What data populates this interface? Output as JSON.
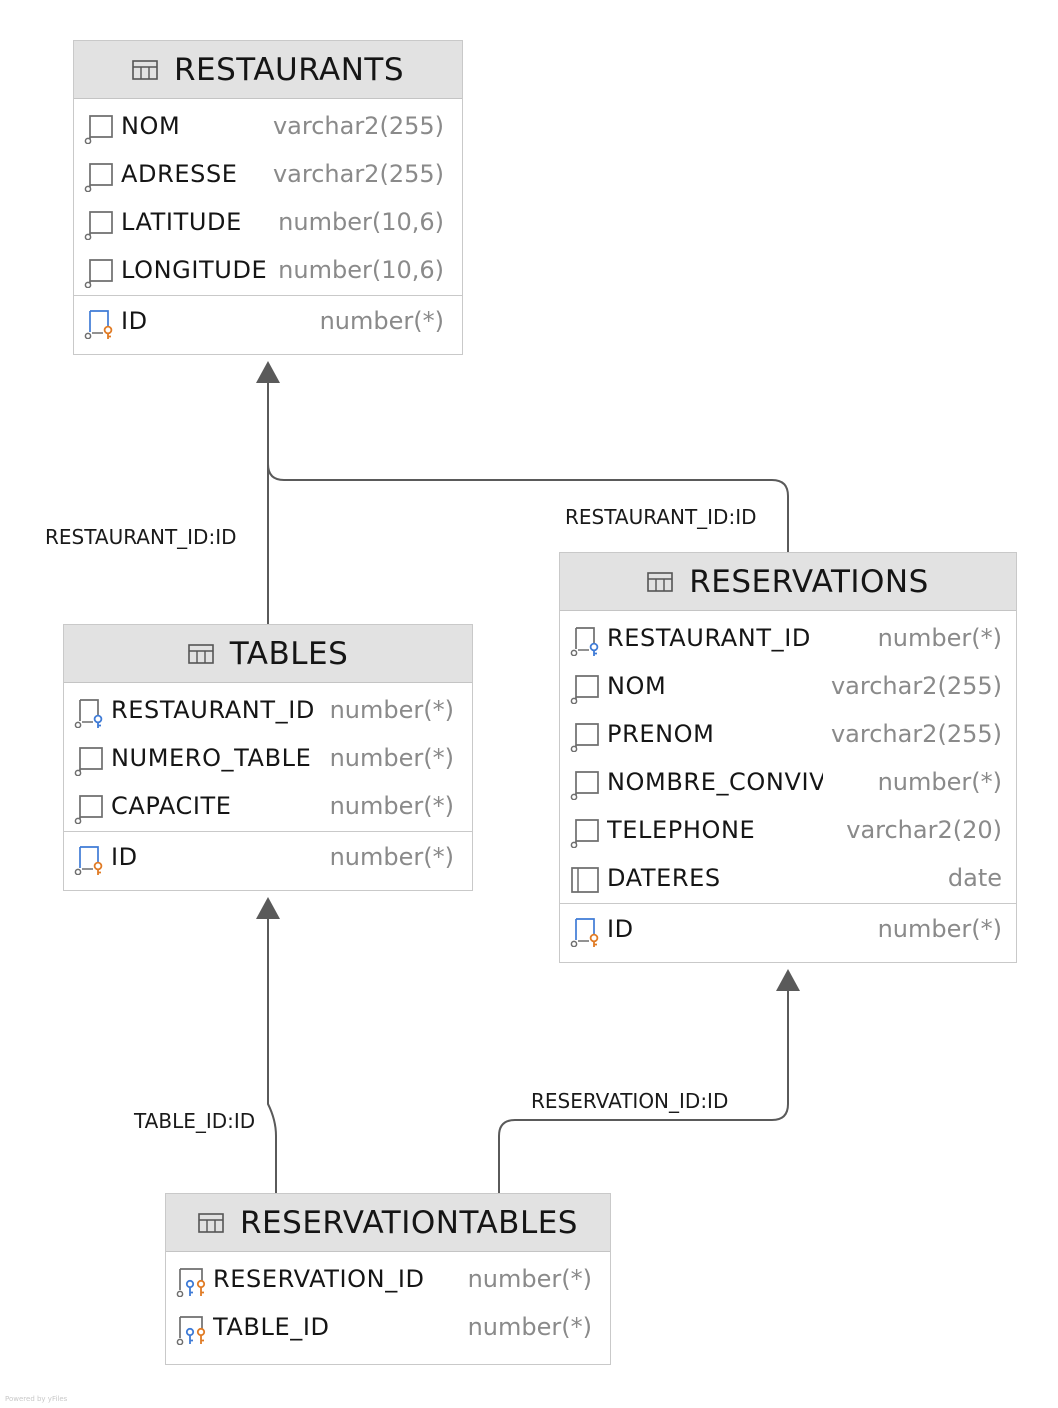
{
  "diagram": {
    "entities": {
      "restaurants": {
        "name": "RESTAURANTS",
        "columns": [
          {
            "name": "NOM",
            "type": "varchar2(255)",
            "icon": "column-icon"
          },
          {
            "name": "ADRESSE",
            "type": "varchar2(255)",
            "icon": "column-icon"
          },
          {
            "name": "LATITUDE",
            "type": "number(10,6)",
            "icon": "column-icon"
          },
          {
            "name": "LONGITUDE",
            "type": "number(10,6)",
            "icon": "column-icon"
          }
        ],
        "keys": [
          {
            "name": "ID",
            "type": "number(*)",
            "icon": "primary-key-column-icon"
          }
        ]
      },
      "tables": {
        "name": "TABLES",
        "columns": [
          {
            "name": "RESTAURANT_ID",
            "type": "number(*)",
            "icon": "foreign-key-column-icon"
          },
          {
            "name": "NUMERO_TABLE",
            "type": "number(*)",
            "icon": "column-icon"
          },
          {
            "name": "CAPACITE",
            "type": "number(*)",
            "icon": "column-icon"
          }
        ],
        "keys": [
          {
            "name": "ID",
            "type": "number(*)",
            "icon": "primary-key-column-icon"
          }
        ]
      },
      "reservations": {
        "name": "RESERVATIONS",
        "columns": [
          {
            "name": "RESTAURANT_ID",
            "type": "number(*)",
            "icon": "foreign-key-column-icon"
          },
          {
            "name": "NOM",
            "type": "varchar2(255)",
            "icon": "column-icon"
          },
          {
            "name": "PRENOM",
            "type": "varchar2(255)",
            "icon": "column-icon"
          },
          {
            "name": "NOMBRE_CONVIVES",
            "type": "number(*)",
            "icon": "column-icon"
          },
          {
            "name": "TELEPHONE",
            "type": "varchar2(20)",
            "icon": "column-icon"
          },
          {
            "name": "DATERES",
            "type": "date",
            "icon": "nullable-column-icon"
          }
        ],
        "keys": [
          {
            "name": "ID",
            "type": "number(*)",
            "icon": "primary-key-column-icon"
          }
        ]
      },
      "reservationtables": {
        "name": "RESERVATIONTABLES",
        "columns": [
          {
            "name": "RESERVATION_ID",
            "type": "number(*)",
            "icon": "primary-foreign-key-column-icon"
          },
          {
            "name": "TABLE_ID",
            "type": "number(*)",
            "icon": "primary-foreign-key-column-icon"
          }
        ],
        "keys": []
      }
    },
    "relationships": [
      {
        "label": "RESTAURANT_ID:ID",
        "from": "tables",
        "to": "restaurants"
      },
      {
        "label": "RESTAURANT_ID:ID",
        "from": "reservations",
        "to": "restaurants"
      },
      {
        "label": "TABLE_ID:ID",
        "from": "reservationtables",
        "to": "tables"
      },
      {
        "label": "RESERVATION_ID:ID",
        "from": "reservationtables",
        "to": "reservations"
      }
    ],
    "colors": {
      "primary_key": "#e07b25",
      "foreign_key": "#3f7bd6",
      "column_icon": "#6e6e6e",
      "edge": "#5a5a5a",
      "header_bg": "#e2e2e2"
    },
    "watermark": "Powered by yFiles"
  }
}
